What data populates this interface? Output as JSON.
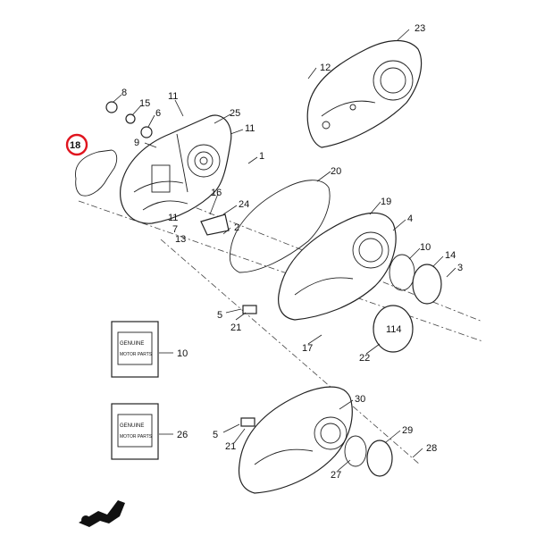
{
  "callouts": {
    "c1": "1",
    "c2": "2",
    "c3": "3",
    "c4": "4",
    "c5a": "5",
    "c5b": "5",
    "c6": "6",
    "c7": "7",
    "c8": "8",
    "c9": "9",
    "c10a": "10",
    "c10b": "10",
    "c11a": "11",
    "c11b": "11",
    "c11c": "11",
    "c12": "12",
    "c13": "13",
    "c14": "14",
    "c15": "15",
    "c16": "16",
    "c17": "17",
    "c18": "18",
    "c19": "19",
    "c20": "20",
    "c21a": "21",
    "c21b": "21",
    "c22": "22",
    "c23": "23",
    "c24": "24",
    "c25": "25",
    "c26": "26",
    "c27": "27",
    "c28": "28",
    "c29": "29",
    "c30": "30"
  },
  "highlighted_callout": "18",
  "highlight_color": "#e0141e",
  "cover_emblem_text": "114",
  "kit_box_text": {
    "genuine": "GENUINE",
    "motor_parts": "MOTOR PARTS"
  }
}
